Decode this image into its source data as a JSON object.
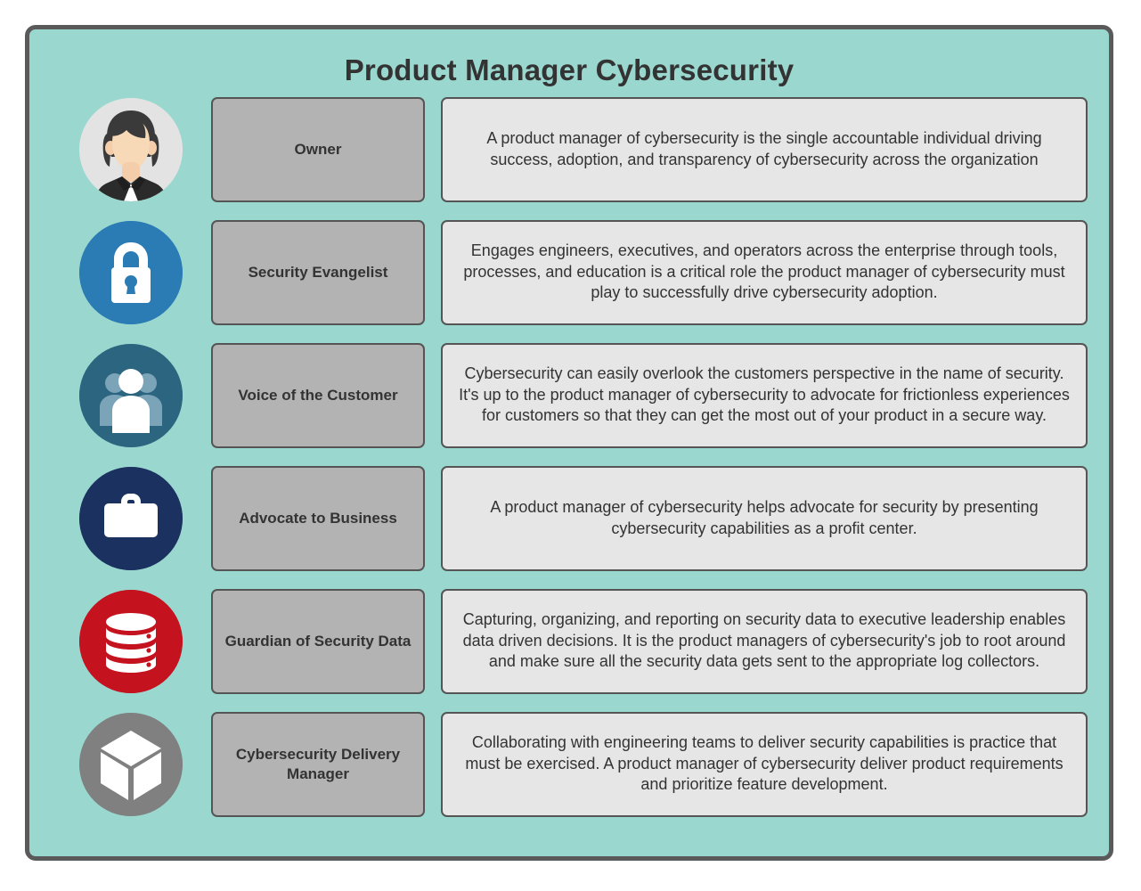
{
  "poster": {
    "title": "Product Manager Cybersecurity",
    "background_color": "#9ad8cf",
    "border_color": "#5a5a5a",
    "role_box_color": "#b3b3b3",
    "desc_box_color": "#e6e6e6",
    "text_color": "#333333"
  },
  "rows": [
    {
      "icon": "woman-avatar-icon",
      "icon_circle_color": "#e3e3e3",
      "role": "Owner",
      "description": "A product manager of cybersecurity is the single accountable individual driving success, adoption, and transparency of cybersecurity across the organization"
    },
    {
      "icon": "padlock-icon",
      "icon_circle_color": "#2b7cb5",
      "role": "Security Evangelist",
      "description": "Engages engineers, executives, and operators  across the enterprise through tools, processes, and education is a critical role the product manager of cybersecurity must play to successfully drive cybersecurity adoption."
    },
    {
      "icon": "people-group-icon",
      "icon_circle_color": "#2b6580",
      "role": "Voice of the Customer",
      "description": "Cybersecurity can easily overlook the customers perspective in the name of security.  It's up to the product manager of cybersecurity to advocate for frictionless experiences for customers so that they can get the most out of your product in a secure way."
    },
    {
      "icon": "briefcase-icon",
      "icon_circle_color": "#1b3260",
      "role": "Advocate to Business",
      "description": "A product manager of cybersecurity helps advocate for security by presenting cybersecurity capabilities as a profit center."
    },
    {
      "icon": "database-icon",
      "icon_circle_color": "#c4121f",
      "role": "Guardian of Security Data",
      "description": "Capturing, organizing, and reporting on security data to executive leadership enables data driven decisions.  It is the product managers of cybersecurity's job to root around and make sure all the security data gets sent to the appropriate log collectors."
    },
    {
      "icon": "cube-box-icon",
      "icon_circle_color": "#808080",
      "role": "Cybersecurity Delivery Manager",
      "description": "Collaborating with engineering teams to deliver security capabilities is practice that must be exercised.  A product manager of cybersecurity deliver product requirements and prioritize feature development."
    }
  ]
}
